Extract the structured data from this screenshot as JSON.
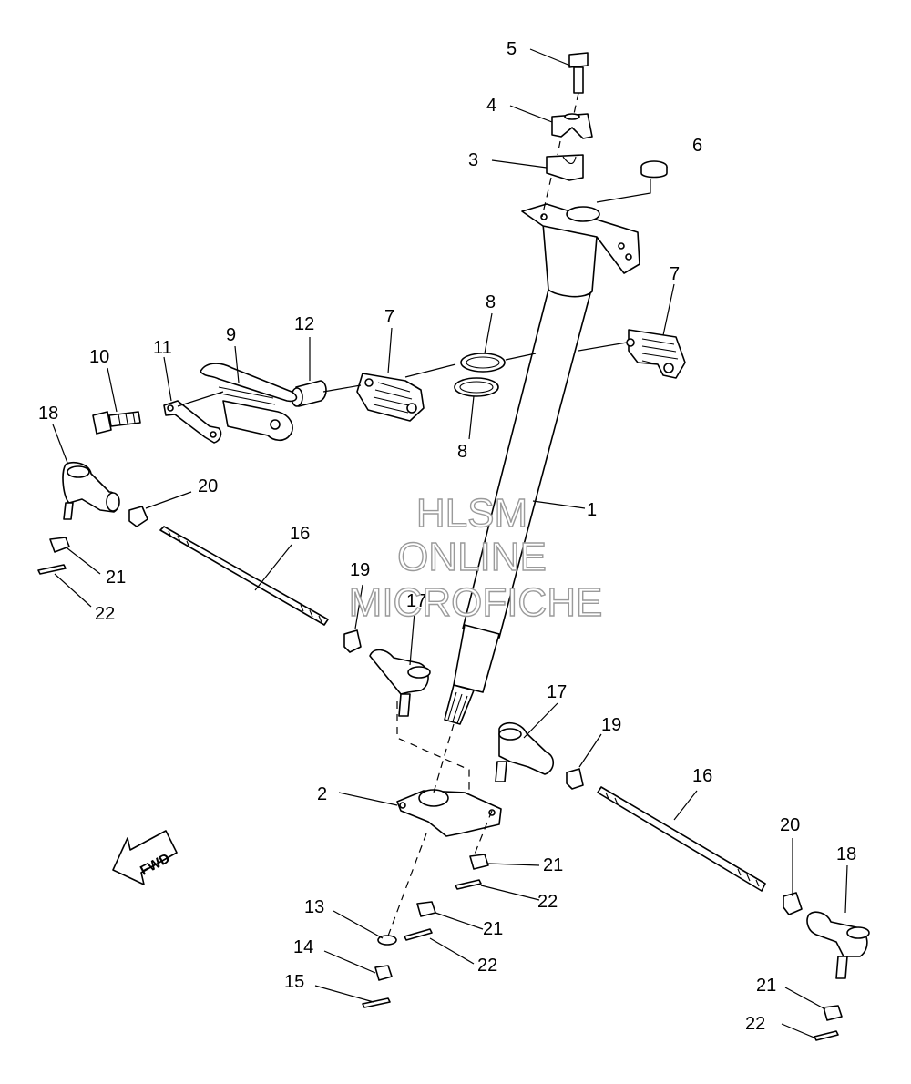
{
  "diagram": {
    "callouts": {
      "c1": "1",
      "c2": "2",
      "c3": "3",
      "c4": "4",
      "c5": "5",
      "c6": "6",
      "c7a": "7",
      "c7b": "7",
      "c8a": "8",
      "c8b": "8",
      "c9": "9",
      "c10": "10",
      "c11": "11",
      "c12": "12",
      "c13": "13",
      "c14": "14",
      "c15": "15",
      "c16a": "16",
      "c16b": "16",
      "c17a": "17",
      "c17b": "17",
      "c18a": "18",
      "c18b": "18",
      "c19a": "19",
      "c19b": "19",
      "c20a": "20",
      "c20b": "20",
      "c21a": "21",
      "c21b": "21",
      "c21c": "21",
      "c21d": "21",
      "c22a": "22",
      "c22b": "22",
      "c22c": "22",
      "c22d": "22"
    },
    "fwd_label": "FWD"
  },
  "watermark": {
    "line1": "HLSM",
    "line2": "ONLINE",
    "line3": "MICROFICHE"
  }
}
